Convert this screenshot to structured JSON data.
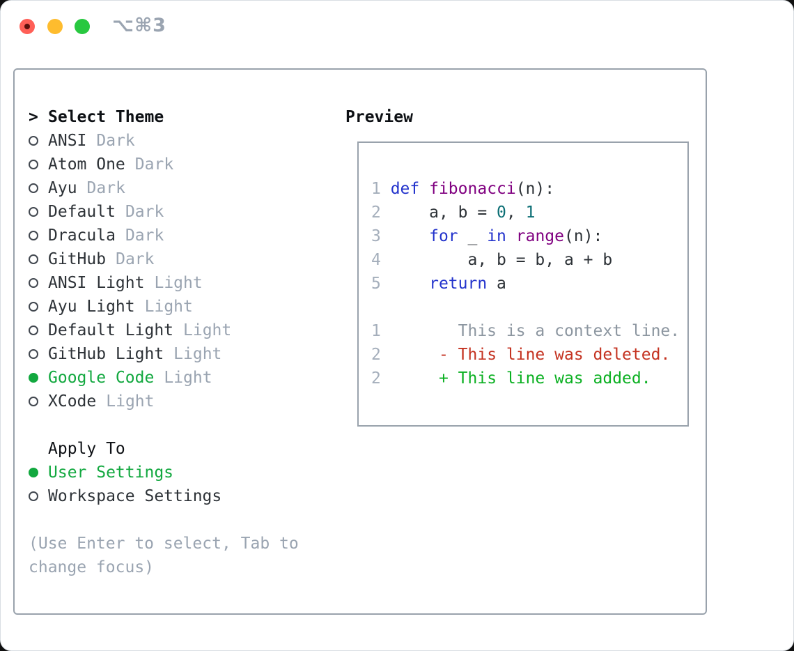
{
  "titlebar": {
    "title": "⌥⌘3"
  },
  "theme_panel": {
    "header_prefix": ">",
    "header": "Select Theme",
    "items": [
      {
        "name": "ANSI",
        "tag": "Dark",
        "selected": false
      },
      {
        "name": "Atom One",
        "tag": "Dark",
        "selected": false
      },
      {
        "name": "Ayu",
        "tag": "Dark",
        "selected": false
      },
      {
        "name": "Default",
        "tag": "Dark",
        "selected": false
      },
      {
        "name": "Dracula",
        "tag": "Dark",
        "selected": false
      },
      {
        "name": "GitHub",
        "tag": "Dark",
        "selected": false
      },
      {
        "name": "ANSI Light",
        "tag": "Light",
        "selected": false
      },
      {
        "name": "Ayu Light",
        "tag": "Light",
        "selected": false
      },
      {
        "name": "Default Light",
        "tag": "Light",
        "selected": false
      },
      {
        "name": "GitHub Light",
        "tag": "Light",
        "selected": false
      },
      {
        "name": "Google Code",
        "tag": "Light",
        "selected": true
      },
      {
        "name": "XCode",
        "tag": "Light",
        "selected": false
      }
    ],
    "apply_header": "Apply To",
    "apply_items": [
      {
        "name": "User Settings",
        "selected": true
      },
      {
        "name": "Workspace Settings",
        "selected": false
      }
    ],
    "hint_lines": [
      "(Use Enter to select, Tab to",
      "change focus)"
    ]
  },
  "preview_panel": {
    "header": "Preview",
    "code_lines": [
      {
        "num": "1",
        "segments": [
          {
            "t": "def",
            "c": "kw"
          },
          {
            "t": " ",
            "c": "plain"
          },
          {
            "t": "fibonacci",
            "c": "fn"
          },
          {
            "t": "(n):",
            "c": "plain"
          }
        ]
      },
      {
        "num": "2",
        "segments": [
          {
            "t": "    a, b = ",
            "c": "plain"
          },
          {
            "t": "0",
            "c": "num"
          },
          {
            "t": ", ",
            "c": "plain"
          },
          {
            "t": "1",
            "c": "num"
          }
        ]
      },
      {
        "num": "3",
        "segments": [
          {
            "t": "    ",
            "c": "plain"
          },
          {
            "t": "for",
            "c": "kw"
          },
          {
            "t": " _ ",
            "c": "plain"
          },
          {
            "t": "in",
            "c": "kw"
          },
          {
            "t": " ",
            "c": "plain"
          },
          {
            "t": "range",
            "c": "fn"
          },
          {
            "t": "(n):",
            "c": "plain"
          }
        ]
      },
      {
        "num": "4",
        "segments": [
          {
            "t": "        a, b = b, a + b",
            "c": "plain"
          }
        ]
      },
      {
        "num": "5",
        "segments": [
          {
            "t": "    ",
            "c": "plain"
          },
          {
            "t": "return",
            "c": "kw"
          },
          {
            "t": " a",
            "c": "plain"
          }
        ]
      },
      {
        "num": "",
        "segments": []
      },
      {
        "num": "1",
        "segments": [
          {
            "t": "       This is a context line.",
            "c": "ctx"
          }
        ]
      },
      {
        "num": "2",
        "segments": [
          {
            "t": "     ",
            "c": "plain"
          },
          {
            "t": "- This line was deleted.",
            "c": "del"
          }
        ]
      },
      {
        "num": "2",
        "segments": [
          {
            "t": "     ",
            "c": "plain"
          },
          {
            "t": "+ This line was added.",
            "c": "add"
          }
        ]
      }
    ]
  },
  "colors": {
    "text": "#2d3237",
    "header": "#0d1014",
    "muted": "#9aa4b1",
    "border": "#99a2ac",
    "radio": "#41474f",
    "select_green": "#12a83f",
    "keyword_blue": "#2333cc",
    "function_purple": "#800080",
    "literal_teal": "#0b6e74",
    "linenum_gray": "#a4aebb",
    "context_gray": "#8c96a0",
    "deleted_red": "#c43220",
    "added_green": "#0ab021",
    "trafficlight_red": "#ff5f57",
    "trafficlight_red_dot": "#5c100c",
    "trafficlight_yellow": "#febc2e",
    "trafficlight_green": "#28c840"
  }
}
